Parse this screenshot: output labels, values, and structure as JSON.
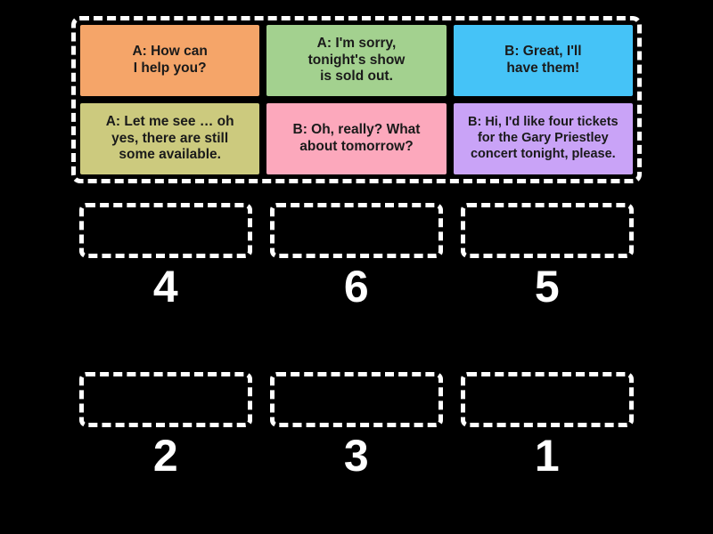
{
  "activity": {
    "type": "rank-order-drag-and-drop",
    "background_color": "#000000",
    "outline_color": "#ffffff",
    "number_color": "#ffffff",
    "card_text_color": "#1a1a1a"
  },
  "card_bank": {
    "label": "Draggable answer cards",
    "cards": [
      {
        "id": "card-1",
        "speaker": "A",
        "text": "A: How can\nI help you?",
        "color": "#f5a569",
        "color_name": "orange"
      },
      {
        "id": "card-2",
        "speaker": "A",
        "text": "A: I'm sorry,\ntonight's show\nis sold out.",
        "color": "#a3d18f",
        "color_name": "green"
      },
      {
        "id": "card-3",
        "speaker": "B",
        "text": "B: Great, I'll\nhave them!",
        "color": "#45c3f7",
        "color_name": "blue"
      },
      {
        "id": "card-4",
        "speaker": "A",
        "text": "A: Let me see … oh\nyes, there are still\nsome available.",
        "color": "#ccca7e",
        "color_name": "olive"
      },
      {
        "id": "card-5",
        "speaker": "B",
        "text": "B: Oh, really? What\nabout tomorrow?",
        "color": "#fca8bc",
        "color_name": "pink"
      },
      {
        "id": "card-6",
        "speaker": "B",
        "text": "B: Hi, I'd like four tickets\nfor the Gary Priestley\nconcert tonight, please.",
        "color": "#c9a3f7",
        "color_name": "purple"
      }
    ]
  },
  "drop_slots": {
    "label": "Empty ordered drop zones",
    "rows": [
      {
        "row_index": 1,
        "slots": [
          {
            "id": "slot-a",
            "number": "4",
            "content": ""
          },
          {
            "id": "slot-b",
            "number": "6",
            "content": ""
          },
          {
            "id": "slot-c",
            "number": "5",
            "content": ""
          }
        ]
      },
      {
        "row_index": 2,
        "slots": [
          {
            "id": "slot-d",
            "number": "2",
            "content": ""
          },
          {
            "id": "slot-e",
            "number": "3",
            "content": ""
          },
          {
            "id": "slot-f",
            "number": "1",
            "content": ""
          }
        ]
      }
    ]
  }
}
